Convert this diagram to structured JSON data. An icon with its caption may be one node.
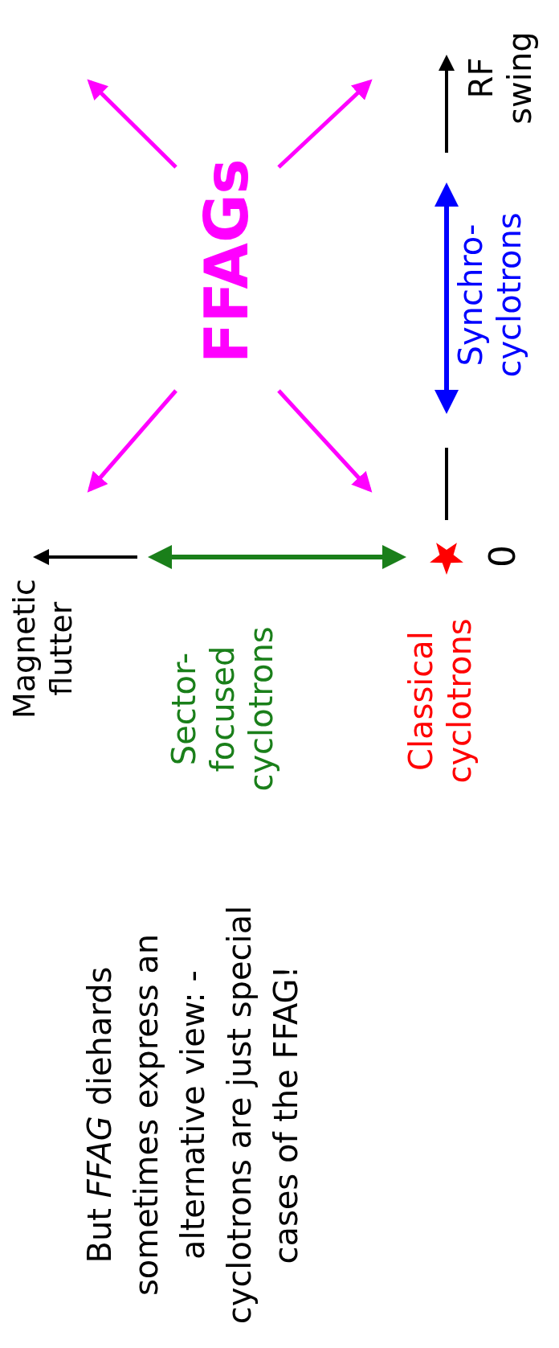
{
  "diagram": {
    "labels": [
      "But *FFAG* diehards sometimes express an alternative view: - cyclotrons are just special cases of the FFAG!",
      "Magnetic flutter",
      "Sector-focused cyclotrons",
      "Classical cyclotrons",
      "0",
      "FFAGs",
      "Synchro-cyclotrons",
      "RF swing"
    ]
  }
}
